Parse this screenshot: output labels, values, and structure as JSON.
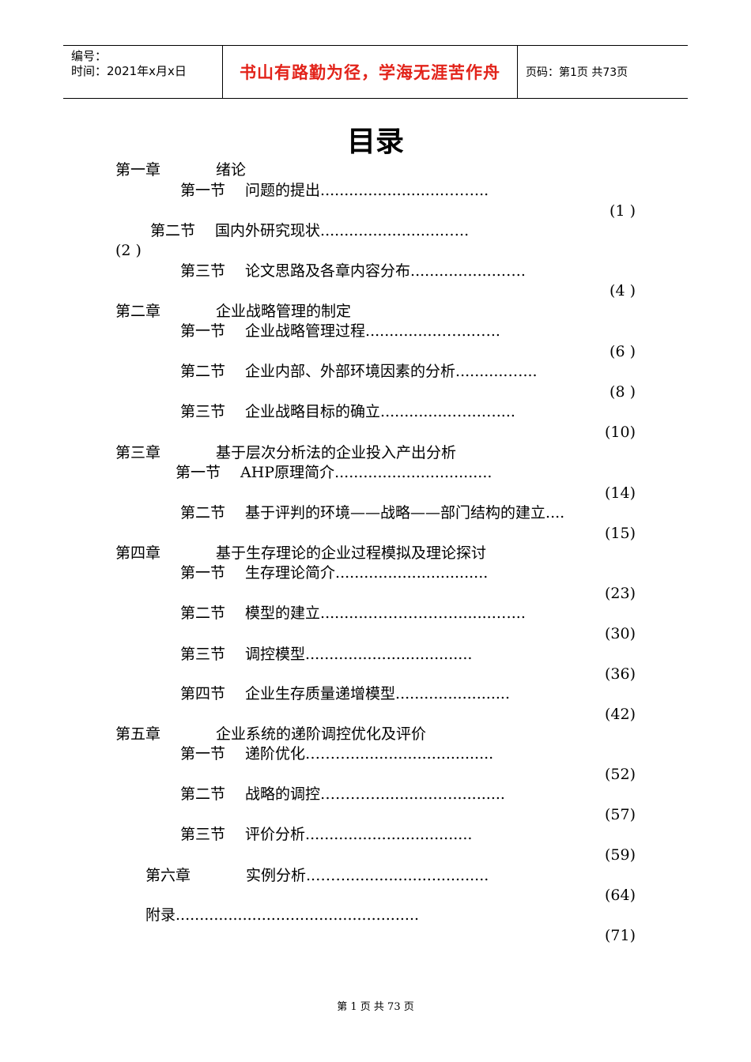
{
  "header": {
    "number_label": "编号：",
    "time_label": "时间：2021年x月x日",
    "motto": "书山有路勤为径，学海无涯苦作舟",
    "page_info": "页码：第1页  共73页"
  },
  "title": "目录",
  "toc": [
    {
      "label": "第一章",
      "title": "绪论",
      "dots": "",
      "page": ""
    },
    {
      "label": "第一节",
      "title": "问题的提出",
      "dots": "..........................……...",
      "page": "(1 )"
    },
    {
      "label": "第二节",
      "title": "国内外研究现状",
      "dots": "..........................…..",
      "page": "(2 )"
    },
    {
      "label": "第三节",
      "title": "论文思路及各章内容分布",
      "dots": "...................…..",
      "page": "(4 )"
    },
    {
      "label": "第二章",
      "title": "企业战略管理的制定",
      "dots": "",
      "page": ""
    },
    {
      "label": "第一节",
      "title": "企业战略管理过程",
      "dots": "................…....…..",
      "page": "(6 )"
    },
    {
      "label": "第二节",
      "title": "企业内部、外部环境因素的分析",
      "dots": "...........…...",
      "page": "(8 )"
    },
    {
      "label": "第三节",
      "title": "企业战略目标的确立",
      "dots": "...............…...…....",
      "page": "(10)"
    },
    {
      "label": "第三章",
      "title": "基于层次分析法的企业投入产出分析",
      "dots": "",
      "page": ""
    },
    {
      "label": "第一节",
      "title": "AHP原理简介",
      "dots": ".................................",
      "page": "(14)"
    },
    {
      "label": "第二节",
      "title": "基于评判的环境——战略——部门结构的建立",
      "dots": "....",
      "page": "(15)"
    },
    {
      "label": "第四章",
      "title": "基于生存理论的企业过程模拟及理论探讨",
      "dots": "",
      "page": ""
    },
    {
      "label": "第一节",
      "title": "生存理论简介",
      "dots": "................................",
      "page": "(23)"
    },
    {
      "label": "第二节",
      "title": "模型的建立",
      "dots": "..........………………........…...",
      "page": "(30)"
    },
    {
      "label": "第三节",
      "title": "调控模型",
      "dots": "...................................",
      "page": "(36)"
    },
    {
      "label": "第四节",
      "title": "企业生存质量递增模型",
      "dots": "........................",
      "page": "(42)"
    },
    {
      "label": "第五章",
      "title": "企业系统的递阶调控优化及评价",
      "dots": "",
      "page": ""
    },
    {
      "label": "第一节",
      "title": "递阶优化………",
      "dots": "..............................",
      "page": "(52)"
    },
    {
      "label": "第二节",
      "title": "战略的调控…………",
      "dots": "............…...........",
      "page": "(57)"
    },
    {
      "label": "第三节",
      "title": "评价分析",
      "dots": "...................................",
      "page": "(59)"
    },
    {
      "label": "第六章",
      "title": "实例分析..……",
      "dots": "..............................",
      "page": "(64)"
    },
    {
      "label": "附录",
      "title": "",
      "dots": "...................................................",
      "page": "(71)"
    }
  ],
  "footer": "第 1 页 共 73 页"
}
